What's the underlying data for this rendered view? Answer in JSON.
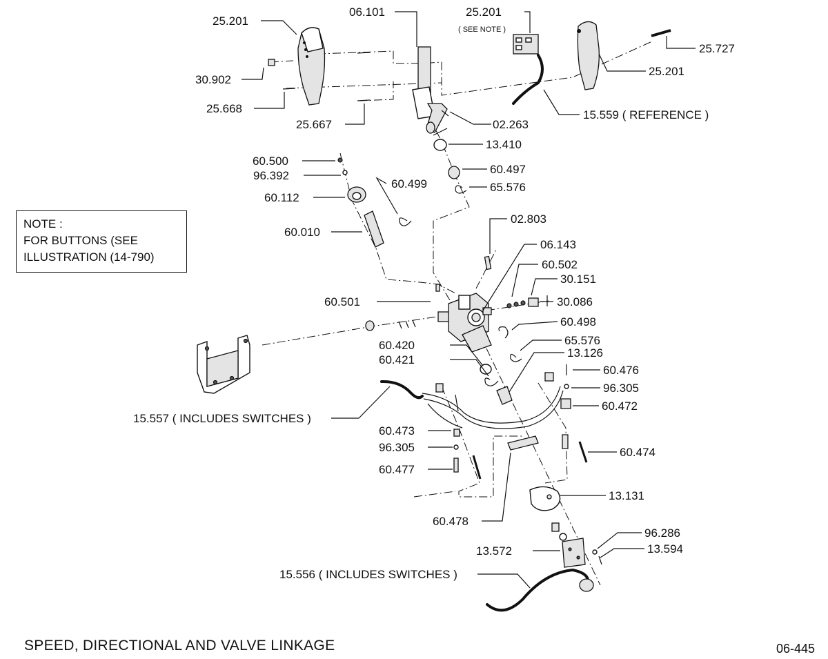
{
  "caption": "SPEED, DIRECTIONAL AND VALVE LINKAGE",
  "page_number": "06-445",
  "note": {
    "line1": "NOTE :",
    "line2": "FOR BUTTONS (SEE",
    "line3": "ILLUSTRATION (14-790)"
  },
  "labels": {
    "p25201_a": "25.201",
    "p06101": "06.101",
    "p25201_b": "25.201",
    "see_note": "( SEE NOTE )",
    "p25727": "25.727",
    "p30902": "30.902",
    "p25201_c": "25.201",
    "p25668": "25.668",
    "p15559": "15.559 ( REFERENCE )",
    "p25667": "25.667",
    "p02263": "02.263",
    "p13410": "13.410",
    "p60500": "60.500",
    "p96392": "96.392",
    "p60497": "60.497",
    "p60499": "60.499",
    "p65576_a": "65.576",
    "p60112": "60.112",
    "p02803": "02.803",
    "p60010": "60.010",
    "p06143": "06.143",
    "p60502": "60.502",
    "p30151": "30.151",
    "p60501": "60.501",
    "p30086": "30.086",
    "p60498": "60.498",
    "p65576_b": "65.576",
    "p60420": "60.420",
    "p60421": "60.421",
    "p13126": "13.126",
    "p60476": "60.476",
    "p96305_a": "96.305",
    "p60472": "60.472",
    "p15557": "15.557 ( INCLUDES SWITCHES )",
    "p60473": "60.473",
    "p96305_b": "96.305",
    "p60474": "60.474",
    "p60477": "60.477",
    "p13131": "13.131",
    "p60478": "60.478",
    "p96286": "96.286",
    "p13572": "13.572",
    "p13594": "13.594",
    "p15556": "15.556 ( INCLUDES SWITCHES )"
  }
}
